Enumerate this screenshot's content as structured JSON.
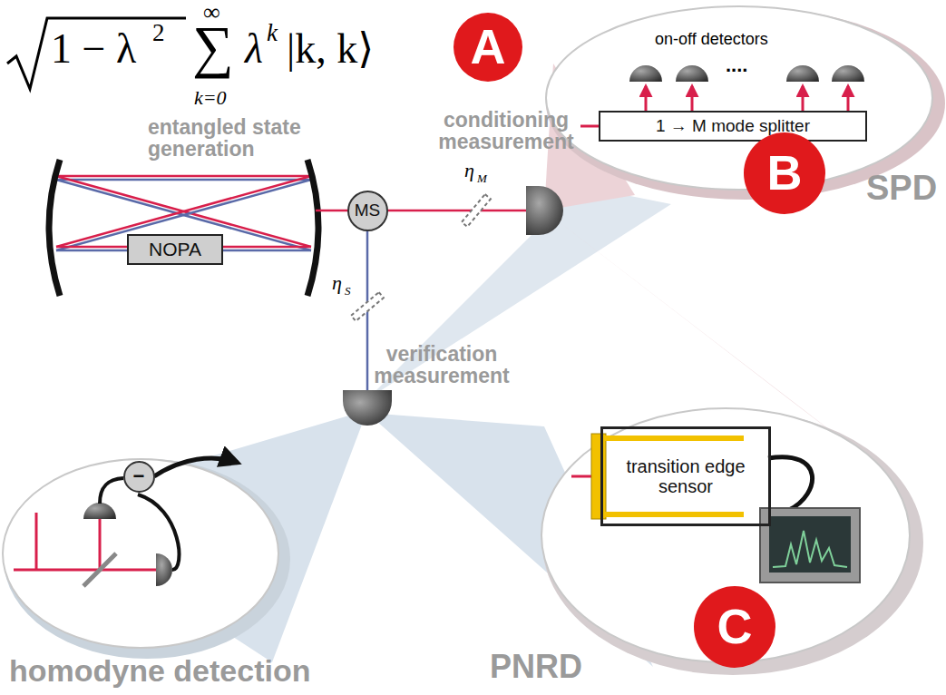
{
  "diagram": {
    "nodes": [
      {
        "text": [
          "A"
        ]
      },
      {
        "text": [
          "NOPA"
        ]
      },
      {
        "text": [
          "MS"
        ]
      },
      {
        "text": [
          "1 → M mode splitter"
        ]
      },
      {
        "text": [
          "B"
        ]
      },
      {
        "text": [
          "transition edge sensor"
        ]
      },
      {
        "text": [
          "C"
        ]
      },
      {
        "text": [
          "−"
        ]
      }
    ],
    "labels": [
      "1 − λ",
      "2",
      "∞",
      "∑",
      "k=0",
      "λ",
      "k",
      "|k, k⟩",
      "entangled state generation",
      "conditioning measurement",
      "η",
      "M",
      "η",
      "S",
      "on-off detectors",
      "....",
      "SPD",
      "verification measurement",
      "homodyne detection",
      "PNRD"
    ]
  }
}
